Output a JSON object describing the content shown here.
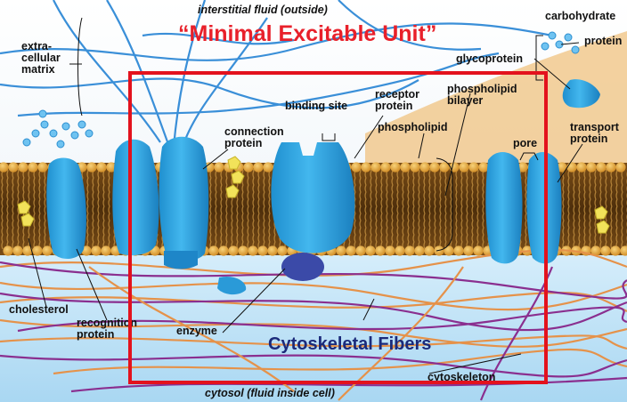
{
  "title": "“Minimal Excitable Unit”",
  "callout": "Cytoskeletal Fibers",
  "labels": {
    "interstitial": "interstitial fluid (outside)",
    "cytosol": "cytosol (fluid inside cell)",
    "extracellular_matrix": [
      "extra-",
      "cellular",
      "matrix"
    ],
    "carbohydrate": "carbohydrate",
    "protein": "protein",
    "glycoprotein": "glycoprotein",
    "binding_site": "binding site",
    "receptor_protein": [
      "receptor",
      "protein"
    ],
    "phospholipid_bilayer": [
      "phospholipid",
      "bilayer"
    ],
    "phospholipid": "phospholipid",
    "connection_protein": [
      "connection",
      "protein"
    ],
    "pore": "pore",
    "transport_protein": [
      "transport",
      "protein"
    ],
    "cholesterol": "cholesterol",
    "recognition_protein": [
      "recognition",
      "protein"
    ],
    "enzyme": "enzyme",
    "cytoskeleton": "cytoskeleton"
  },
  "colors": {
    "frame": "#e3121d",
    "title": "#e8202a",
    "callout": "#1b2a7a",
    "protein": "#2aa3e0",
    "lipid_head": "#e2a33c",
    "lipid_tail": "#6b4313",
    "cytoplasm": "#bfe2f6",
    "fiber_orange": "#e5924a",
    "fiber_purple": "#8a2f8f"
  }
}
